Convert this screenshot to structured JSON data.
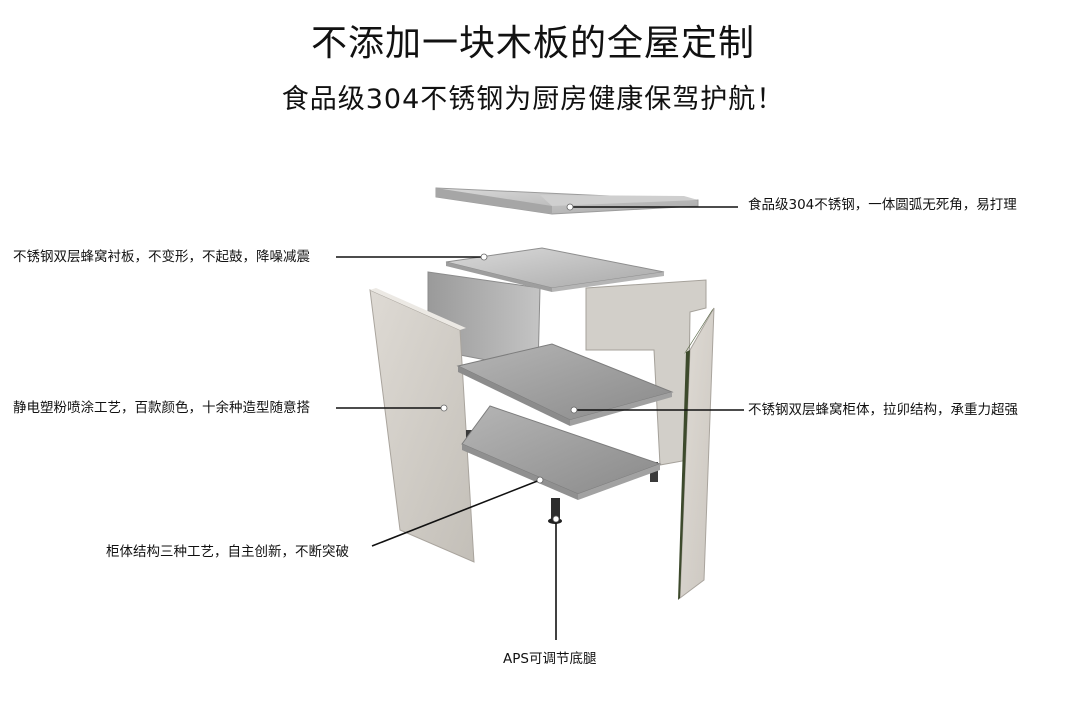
{
  "header": {
    "title": "不添加一块木板的全屋定制",
    "subtitle": "食品级304不锈钢为厨房健康保驾护航！"
  },
  "callouts": {
    "countertop": "食品级304不锈钢，一体圆弧无死角，易打理",
    "liner_board": "不锈钢双层蜂窝衬板，不变形，不起鼓，降噪减震",
    "side_panel": "静电塑粉喷涂工艺，百款颜色，十余种造型随意搭",
    "cabinet_body": "不锈钢双层蜂窝柜体，拉卯结构，承重力超强",
    "structure": "柜体结构三种工艺，自主创新，不断突破",
    "legs": "APS可调节底腿"
  },
  "colors": {
    "steel_light": "#c9c9c9",
    "steel_dark": "#8e8e8e",
    "panel_face": "#d6d2cc",
    "panel_edge": "#b8b3ac",
    "door_edge": "#3d4a2c",
    "leader_line": "#111111"
  }
}
